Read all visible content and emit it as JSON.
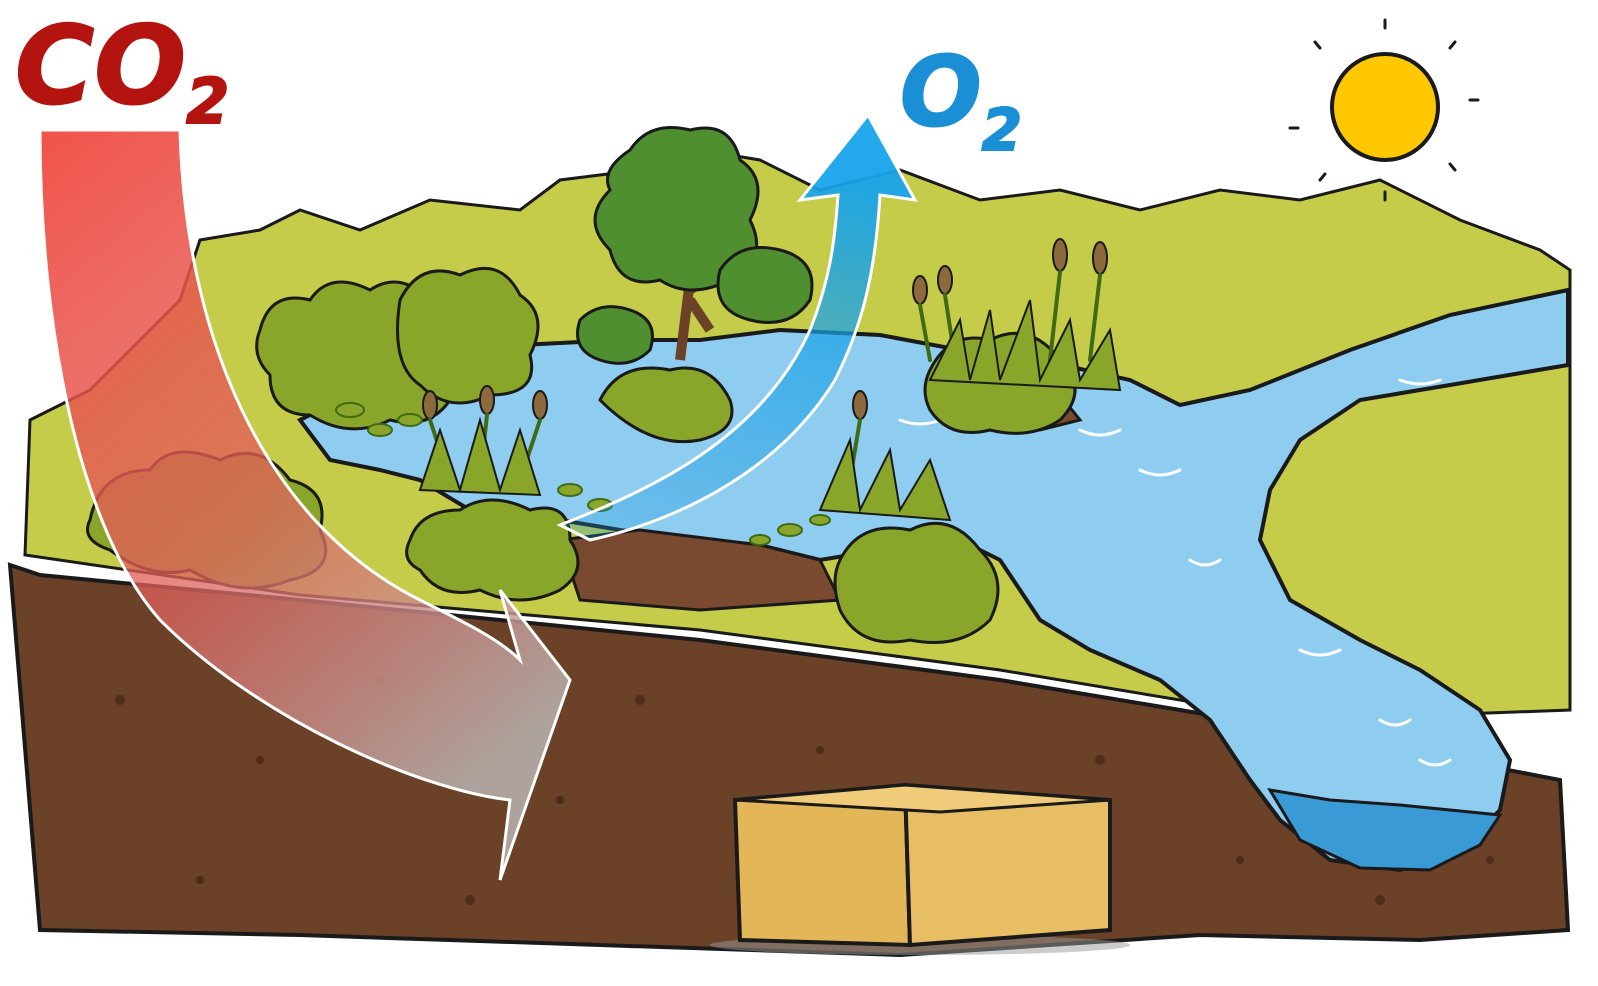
{
  "labels": {
    "co2_main": "CO",
    "co2_sub": "2",
    "o2_main": "O",
    "o2_sub": "2"
  },
  "colors": {
    "co2": "#b3140f",
    "o2": "#1b8fd6",
    "sun": "#ffc800",
    "grass": "#c5cc4a",
    "soil": "#6b4128",
    "water": "#8fcdf0",
    "deep_water": "#3a9ad6",
    "peat_block": "#e3b757",
    "bush": "#8aa62a",
    "tree": "#4f8f2f"
  },
  "icons": {
    "sun": "sun-icon",
    "tree": "tree-icon",
    "reeds": "cattail-reeds-icon",
    "peat": "peat-block-icon",
    "co2_arrow": "curved-arrow-down-icon",
    "o2_arrow": "curved-arrow-up-icon"
  }
}
